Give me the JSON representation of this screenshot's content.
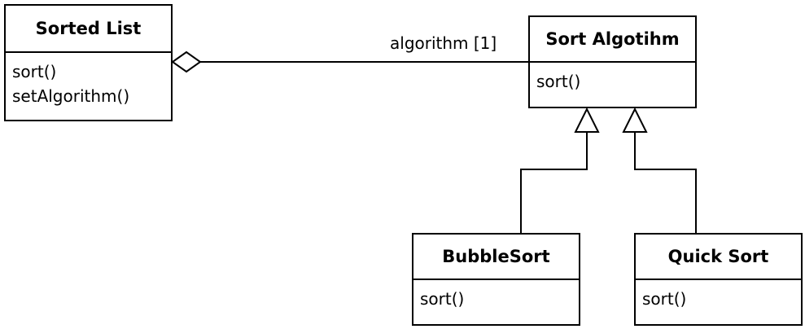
{
  "diagram": {
    "classes": {
      "sorted_list": {
        "name": "Sorted List",
        "methods": [
          "sort()",
          "setAlgorithm()"
        ]
      },
      "sort_algorithm": {
        "name": "Sort Algotihm",
        "methods": [
          "sort()"
        ]
      },
      "bubble_sort": {
        "name": "BubbleSort",
        "methods": [
          "sort()"
        ]
      },
      "quick_sort": {
        "name": "Quick Sort",
        "methods": [
          "sort()"
        ]
      }
    },
    "relations": {
      "aggregation": {
        "label": "algorithm [1]",
        "type": "aggregation"
      },
      "inheritance": {
        "type": "generalization"
      }
    }
  }
}
